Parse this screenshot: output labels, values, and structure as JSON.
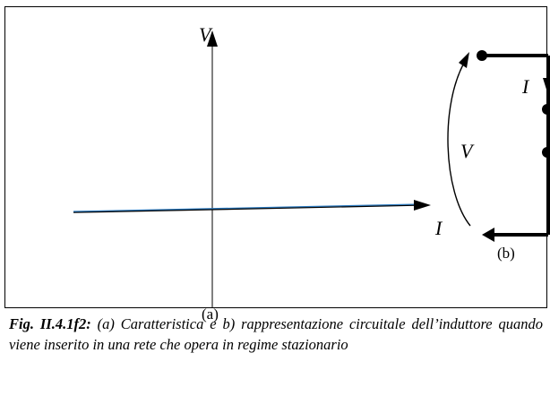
{
  "figure": {
    "graph": {
      "y_axis_label": "V",
      "x_axis_label": "I",
      "panel_label": "(a)"
    },
    "circuit": {
      "current_label": "I",
      "voltage_label": "V",
      "panel_label": "(b)"
    },
    "caption": {
      "title": "Fig. II.4.1f2:",
      "text": " (a) Caratteristica e b) rappresentazione circuitale dell’induttore quando viene inserito in una rete che opera in regime stazionario"
    },
    "colors": {
      "line": "#2e7bbf",
      "ink": "#000000"
    }
  }
}
